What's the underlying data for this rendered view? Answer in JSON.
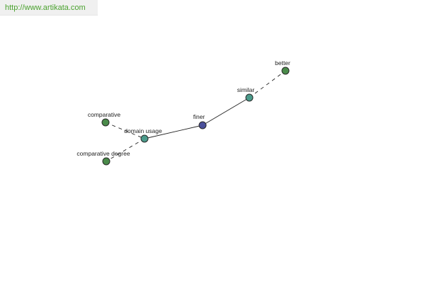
{
  "banner": {
    "url": "http://www.artikata.com",
    "color": "#4aa22e"
  },
  "graph": {
    "nodes": [
      {
        "id": "comparative",
        "label": "comparative",
        "color": "#4a8b4a"
      },
      {
        "id": "domain-usage",
        "label": "domain usage",
        "color": "#4a9a8a"
      },
      {
        "id": "comparative-degree",
        "label": "comparative degree",
        "color": "#4a8b4a"
      },
      {
        "id": "finer",
        "label": "finer",
        "color": "#4a4f9a"
      },
      {
        "id": "similar",
        "label": "similar",
        "color": "#4a9a8a"
      },
      {
        "id": "better",
        "label": "better",
        "color": "#4a8b4a"
      }
    ],
    "edges": [
      {
        "from": "comparative",
        "to": "domain-usage",
        "style": "dashed"
      },
      {
        "from": "domain-usage",
        "to": "comparative-degree",
        "style": "dashed"
      },
      {
        "from": "domain-usage",
        "to": "finer",
        "style": "solid"
      },
      {
        "from": "finer",
        "to": "similar",
        "style": "solid"
      },
      {
        "from": "similar",
        "to": "better",
        "style": "dashed"
      }
    ]
  }
}
